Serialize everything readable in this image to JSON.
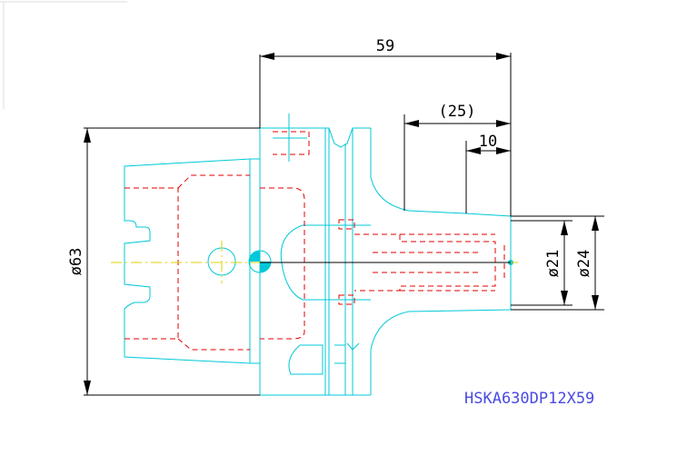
{
  "dimensions": {
    "overall_length": "59",
    "reach": "(25)",
    "bore_depth": "10",
    "flange_diameter": "ø63",
    "bore_diameter": "ø21",
    "nose_diameter": "ø24"
  },
  "part_number": "HSKA630DP12X59",
  "colors": {
    "outline": "#00c8d8",
    "hidden": "#e00000",
    "centerline": "#e0d000",
    "dimension": "#000000",
    "label": "#4a4ae0"
  }
}
